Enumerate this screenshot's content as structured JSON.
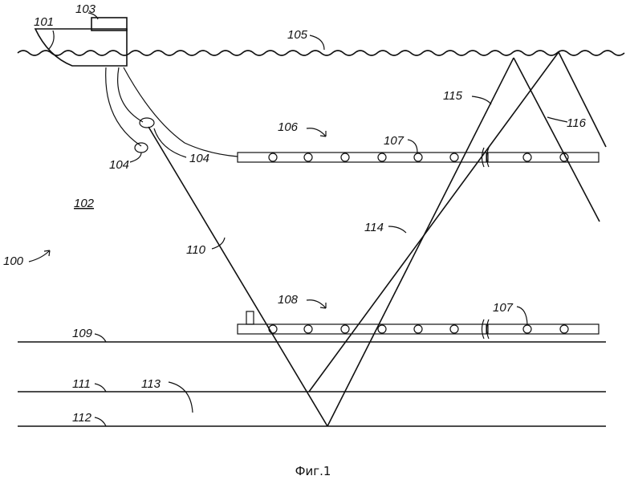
{
  "labels": {
    "vessel": "101",
    "water": "102",
    "cabin": "103",
    "source_small": "104",
    "source_cable": "104",
    "sea_surface": "105",
    "upper_streamer": "106",
    "receiver_upper": "107",
    "lower_streamer": "108",
    "receiver_lower": "107",
    "seafloor": "109",
    "system": "100",
    "ray_down": "110",
    "layer_1": "111",
    "layer_2": "112",
    "layer_region": "113",
    "ray_up": "114",
    "ray_surface_1": "115",
    "ray_surface_2": "116"
  },
  "caption": "Фиг.1"
}
